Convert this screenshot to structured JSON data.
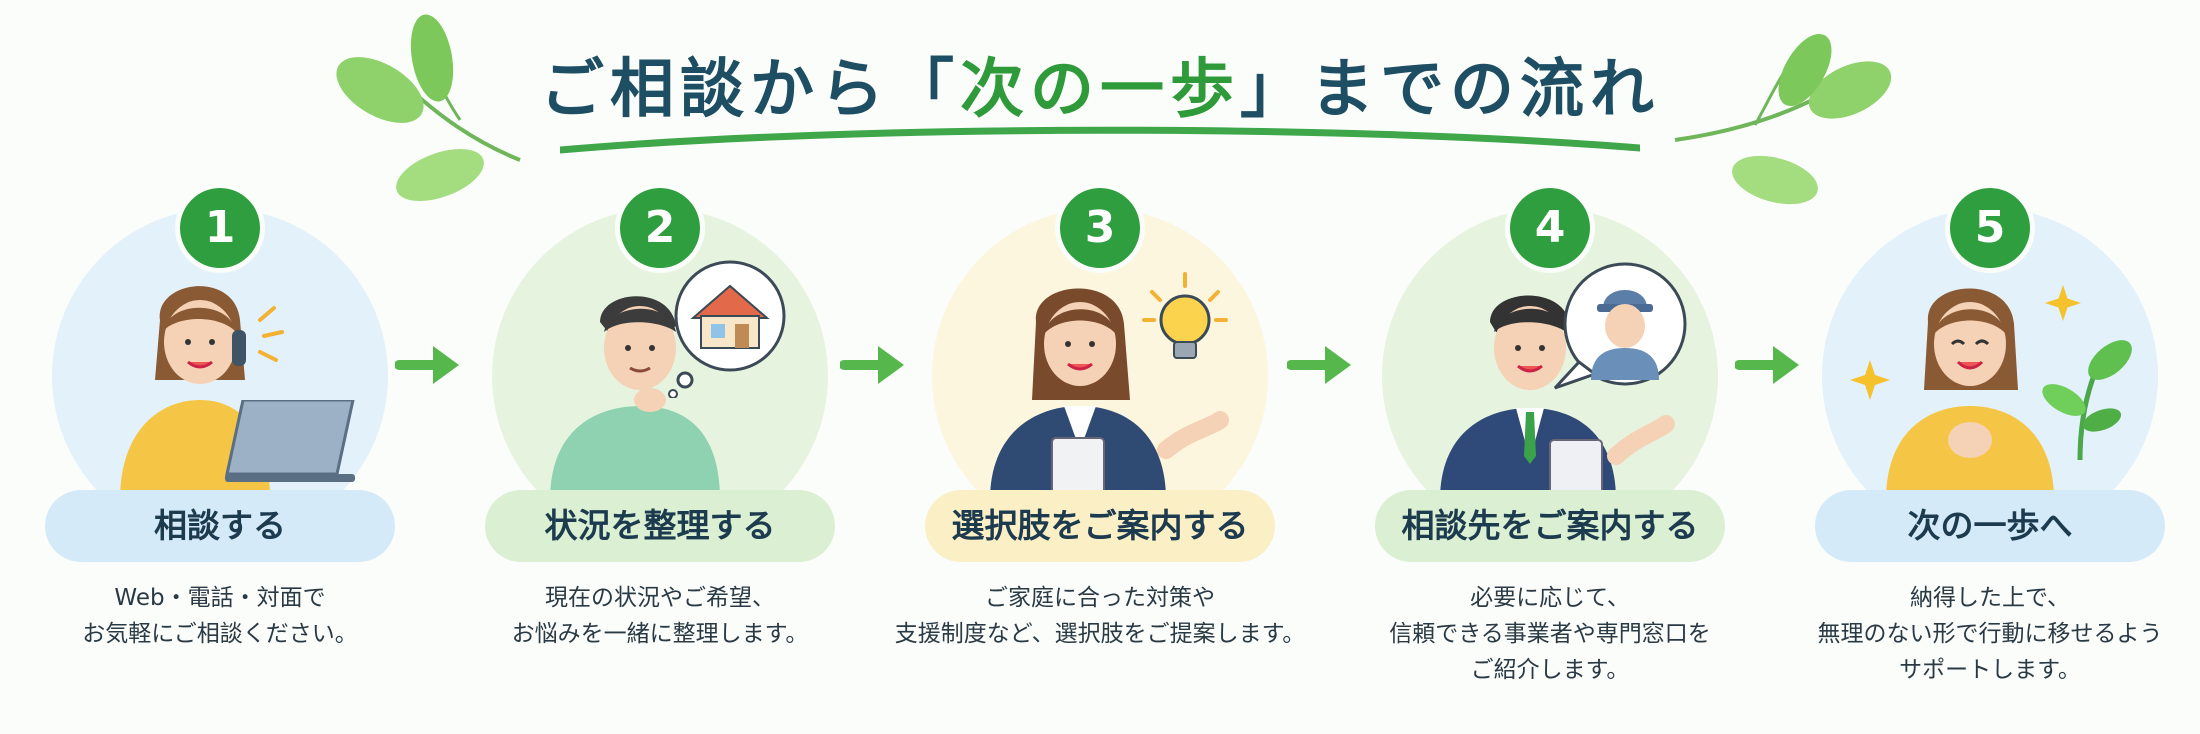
{
  "title": {
    "before": "ご相談から「",
    "highlight": "次の一歩",
    "after": "」までの流れ"
  },
  "colors": {
    "primary_green": "#2f9e3f",
    "title_navy": "#1d4e63",
    "step_bg": [
      "#e3f1fa",
      "#e6f4df",
      "#fdf6de",
      "#e6f4df",
      "#e3f1fa"
    ],
    "pill_bg": [
      "#d5eaf8",
      "#dbefd3",
      "#fbefc6",
      "#dbefd3",
      "#d5eaf8"
    ]
  },
  "steps": [
    {
      "number": "1",
      "label": "相談する",
      "desc": [
        "Web・電話・対面で",
        "お気軽にご相談ください。"
      ],
      "icons": [
        "woman-on-phone-icon",
        "laptop-icon"
      ]
    },
    {
      "number": "2",
      "label": "状況を整理する",
      "desc": [
        "現在の状況やご希望、",
        "お悩みを一緒に整理します。"
      ],
      "icons": [
        "thinking-man-icon",
        "house-thought-bubble-icon"
      ]
    },
    {
      "number": "3",
      "label": "選択肢をご案内する",
      "desc": [
        "ご家庭に合った対策や",
        "支援制度など、選択肢をご提案します。"
      ],
      "icons": [
        "consultant-woman-icon",
        "lightbulb-icon"
      ]
    },
    {
      "number": "4",
      "label": "相談先をご案内する",
      "desc": [
        "必要に応じて、",
        "信頼できる事業者や専門窓口を",
        "ご紹介します。"
      ],
      "icons": [
        "consultant-man-icon",
        "worker-speech-bubble-icon"
      ]
    },
    {
      "number": "5",
      "label": "次の一歩へ",
      "desc": [
        "納得した上で、",
        "無理のない形で行動に移せるよう",
        "サポートします。"
      ],
      "icons": [
        "happy-woman-icon",
        "sparkle-icon",
        "sprout-icon"
      ]
    }
  ]
}
